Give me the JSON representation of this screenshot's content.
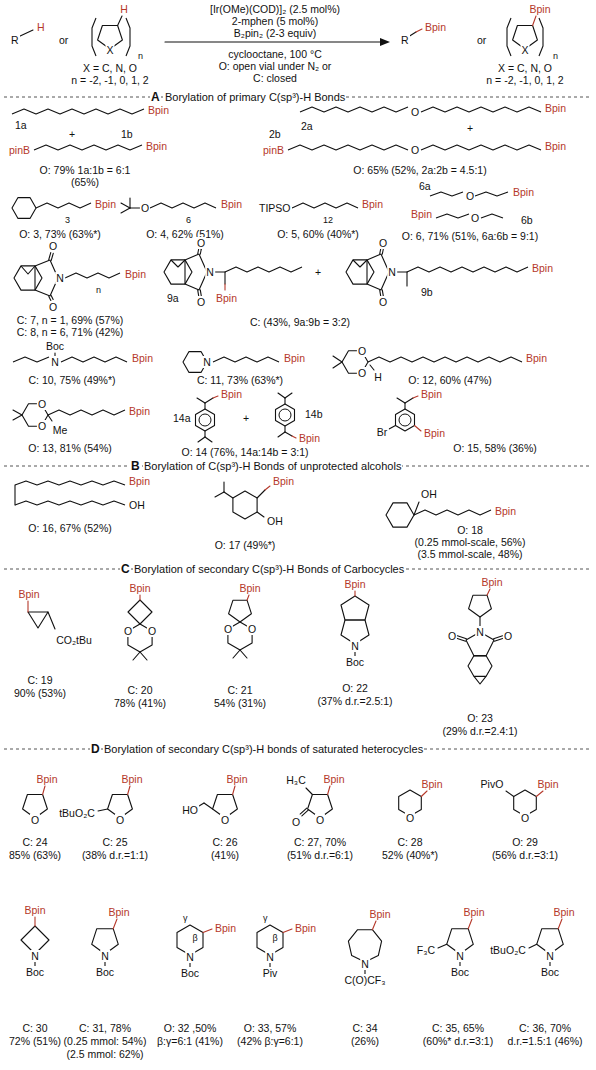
{
  "diagram": {
    "labels": [
      "R",
      "H",
      "or",
      "H",
      "X",
      "n",
      "X = C, N, O",
      "n = -2, -1, 0, 1, 2",
      "[Ir(OMe)(COD)]₂ (2.5 mol%)",
      "2-mphen (5 mol%)",
      "B₂pin₂ (2-3 equiv)",
      "cyclooctane, 100 °C",
      "O: open vial under N₂ or",
      "C: closed",
      "R",
      "Bpin",
      "or",
      "Bpin",
      "X",
      "n",
      "X = C, N, O",
      "n = -2, -1, 0, 1, 2",
      "A",
      "Borylation of primary C(sp³)-H Bonds",
      "Bpin",
      "1a",
      "+",
      "pinB",
      "Bpin",
      "1b",
      "O: 79% 1a:1b = 6:1",
      "(65%)",
      "O",
      "Bpin",
      "2a",
      "+",
      "pinB",
      "O",
      "Bpin",
      "2b",
      "O: 65% (52%, 2a:2b = 4.5:1)",
      "Bpin",
      "3",
      "O: 3, 73% (63%*)",
      "O",
      "6",
      "Bpin",
      "O: 4, 62% (51%)",
      "TIPSO",
      "12",
      "Bpin",
      "O: 5, 60% (40%*)",
      "6a",
      "O",
      "Bpin",
      "Bpin",
      "O",
      "6b",
      "O: 6, 71% (51%, 6a:6b = 9:1)",
      "O",
      "O",
      "N",
      "n",
      "Bpin",
      "C: 7, n = 1, 69% (57%)",
      "C: 8, n = 6, 71% (42%)",
      "O",
      "O",
      "N",
      "Bpin",
      "9a",
      "+",
      "O",
      "O",
      "N",
      "Bpin",
      "9b",
      "C: (43%, 9a:9b = 3:2)",
      "Boc",
      "N",
      "Bpin",
      "C: 10, 75% (49%*)",
      "N",
      "Bpin",
      "C: 11, 73% (63%*)",
      "O",
      "O",
      "H",
      "Bpin",
      "O: 12, 60% (47%)",
      "O",
      "O",
      "Me",
      "Bpin",
      "O: 13, 81% (54%)",
      "Bpin",
      "14a",
      "+",
      "Bpin",
      "14b",
      "O: 14 (76%, 14a:14b = 3:1)",
      "Bpin",
      "Br",
      "Bpin",
      "O: 15, 58% (36%)",
      "B",
      "Borylation of C(sp³)-H Bonds of unprotected alcohols",
      "Bpin",
      "OH",
      "O: 16, 67% (52%)",
      "Bpin",
      "OH",
      "O: 17 (49%*)",
      "OH",
      "Bpin",
      "O: 18",
      "(0.25 mmol-scale, 56%)",
      "(3.5 mmol-scale, 48%)",
      "C",
      "Borylation of secondary C(sp³)-H Bonds of Carbocycles",
      "Bpin",
      "CO₂tBu",
      "C: 19",
      "90% (53%)",
      "Bpin",
      "O",
      "O",
      "C: 20",
      "78% (41%)",
      "Bpin",
      "O",
      "O",
      "C: 21",
      "54% (31%)",
      "Bpin",
      "N",
      "Boc",
      "O: 22",
      "(37% d.r.=2.5:1)",
      "Bpin",
      "O",
      "O",
      "N",
      "O: 23",
      "(29% d.r.=2.4:1)",
      "D",
      "Borylation of secondary C(sp³)-H bonds of saturated heterocycles",
      "Bpin",
      "O",
      "C: 24",
      "85% (63%)",
      "Bpin",
      "tBuO₂C",
      "O",
      "C: 25",
      "(38% d.r.=1:1)",
      "Bpin",
      "HO",
      "O",
      "C: 26",
      "(41%)",
      "H₃C",
      "Bpin",
      "O",
      "O",
      "C: 27, 70%",
      "(51% d.r.=6:1)",
      "Bpin",
      "O",
      "C: 28",
      "52% (40%*)",
      "PivO",
      "Bpin",
      "O",
      "O: 29",
      "(56% d.r.=3:1)",
      "Bpin",
      "N",
      "Boc",
      "C: 30",
      "72% (51%)",
      "Bpin",
      "N",
      "Boc",
      "C: 31, 78%",
      "(0.25 mmol: 54%)",
      "(2.5 mmol: 62%)",
      "γ",
      "β",
      "Bpin",
      "N",
      "Boc",
      "O: 32 ,50%",
      "β:γ=6:1 (41%)",
      "γ",
      "β",
      "Bpin",
      "N",
      "Piv",
      "O: 33, 57%",
      "(42% β:γ=6:1)",
      "Bpin",
      "N",
      "C(O)CF₃",
      "C: 34",
      "(26%)",
      "Bpin",
      "F₃C",
      "N",
      "Boc",
      "C: 35, 65%",
      "(60%* d.r.=3:1)",
      "Bpin",
      "tBuO₂C",
      "N",
      "Boc",
      "C: 36, 70%",
      "d.r.=1.5:1 (46%)"
    ]
  }
}
